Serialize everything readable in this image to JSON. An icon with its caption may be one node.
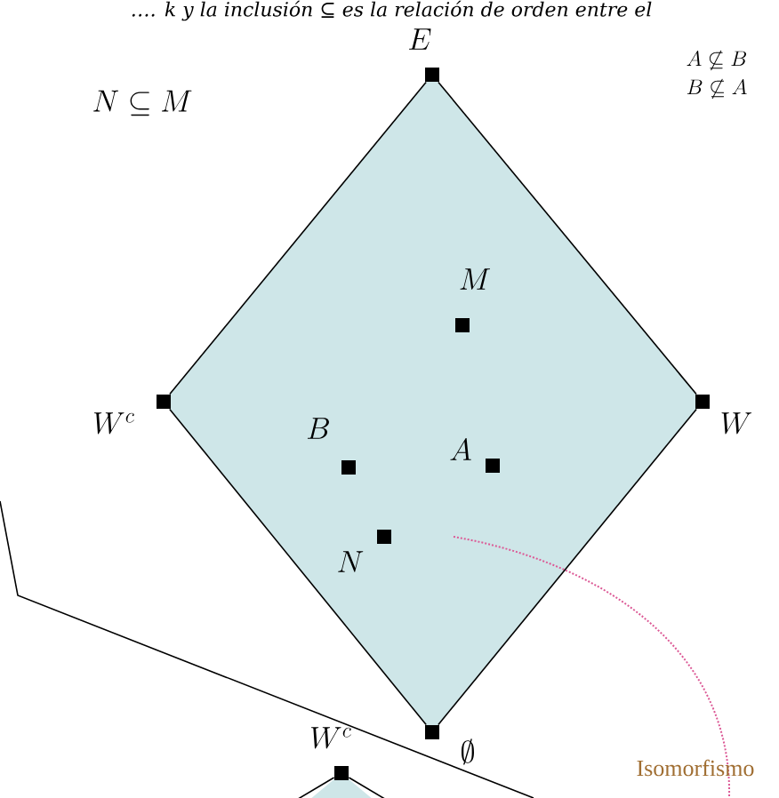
{
  "diagram": {
    "nodes": [
      {
        "text": [],
        "shape": "box",
        "beside": [
          "E"
        ]
      },
      {
        "text": [],
        "shape": "box",
        "beside": [
          "M"
        ]
      },
      {
        "text": [],
        "shape": "box",
        "beside": [
          "W^{c}"
        ]
      },
      {
        "text": [],
        "shape": "box",
        "beside": [
          "W"
        ]
      },
      {
        "text": [],
        "shape": "box",
        "beside": [
          "B"
        ]
      },
      {
        "text": [],
        "shape": "box",
        "beside": [
          "A"
        ]
      },
      {
        "text": [],
        "shape": "box",
        "beside": [
          "N"
        ]
      },
      {
        "text": [],
        "shape": "box",
        "beside": [
          "\\emptyset"
        ]
      },
      {
        "text": [],
        "shape": "box",
        "beside": [
          "W^{c}"
        ]
      }
    ],
    "edges": [
      {
        "from": 0,
        "to": 3,
        "arrow": "none"
      },
      {
        "from": 3,
        "to": 7,
        "arrow": "none"
      },
      {
        "from": 7,
        "to": 2,
        "arrow": "none"
      },
      {
        "from": 2,
        "to": 0,
        "arrow": "none"
      },
      {
        "from": 8,
        "to": null,
        "arrow": "none"
      },
      {
        "from": 8,
        "to": null,
        "arrow": "none"
      }
    ],
    "labels": [
      "…. k y la inclusión ⊆ es la relación de orden entre el",
      "N \\subseteq M",
      "A\\not\\subseteq B",
      "B\\not\\subseteq A",
      "Isomorfismo"
    ]
  }
}
